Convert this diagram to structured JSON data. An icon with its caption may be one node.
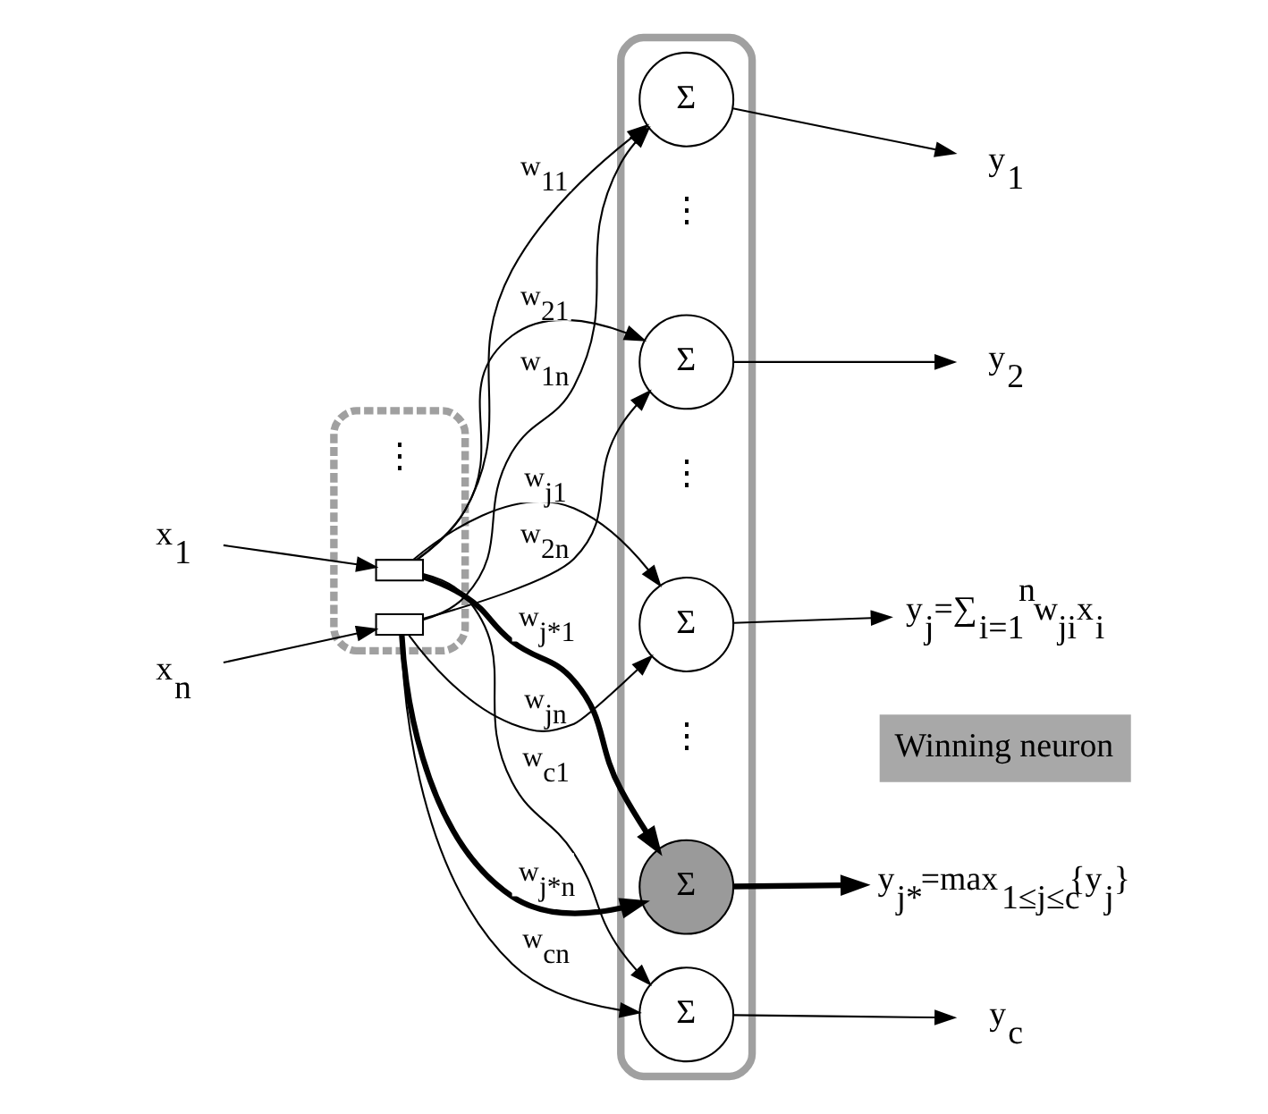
{
  "diagram": {
    "nodes": [
      {
        "text": [],
        "shape": "box"
      },
      {
        "text": [],
        "shape": "box",
        "in": 0
      },
      {
        "text": [],
        "shape": "box",
        "in": 0
      },
      {
        "text": [],
        "shape": "box"
      },
      {
        "text": [
          "Σ"
        ],
        "in": 3
      },
      {
        "text": [
          "Σ"
        ],
        "in": 3
      },
      {
        "text": [
          "Σ"
        ],
        "in": 3
      },
      {
        "text": [
          "Σ"
        ],
        "in": 3
      },
      {
        "text": [
          "Σ"
        ],
        "in": 3
      },
      {
        "text": [
          "x$_{1}$"
        ]
      },
      {
        "text": [
          "x$_{n}$"
        ]
      },
      {
        "text": [
          "y$_{1}$"
        ]
      },
      {
        "text": [
          "y$_{2}$"
        ]
      },
      {
        "text": [
          "y$_{j}$=∑$_{i=1}$$^{n}$w$_{ji}$x$_{i}$"
        ]
      },
      {
        "text": [
          "y$_{j*}$=max$_{1≤j≤c}${y$_{j}$}"
        ]
      },
      {
        "text": [
          "y$_{c}$"
        ]
      }
    ],
    "edges": [
      {
        "from": 9,
        "to": 1,
        "arrow": "to"
      },
      {
        "from": 10,
        "to": 2,
        "arrow": "to"
      },
      {
        "from": 1,
        "to": 4,
        "arrow": "to",
        "label": "w$_{11}$"
      },
      {
        "from": 2,
        "to": 4,
        "arrow": "to",
        "label": "w$_{1n}$"
      },
      {
        "from": 1,
        "to": 5,
        "arrow": "to",
        "label": "w$_{21}$"
      },
      {
        "from": 2,
        "to": 5,
        "arrow": "to",
        "label": "w$_{2n}$"
      },
      {
        "from": 1,
        "to": 6,
        "arrow": "to",
        "label": "w$_{j1}$"
      },
      {
        "from": 2,
        "to": 6,
        "arrow": "to",
        "label": "w$_{jn}$"
      },
      {
        "from": 1,
        "to": 7,
        "arrow": "to",
        "label": "w$_{j*1}$",
        "style": "thick"
      },
      {
        "from": 2,
        "to": 7,
        "arrow": "to",
        "label": "w$_{j*n}$",
        "style": "thick"
      },
      {
        "from": 1,
        "to": 8,
        "arrow": "to",
        "label": "w$_{c1}$"
      },
      {
        "from": 2,
        "to": 8,
        "arrow": "to",
        "label": "w$_{cn}$"
      },
      {
        "from": 4,
        "to": 11,
        "arrow": "to"
      },
      {
        "from": 5,
        "to": 12,
        "arrow": "to"
      },
      {
        "from": 6,
        "to": 13,
        "arrow": "to"
      },
      {
        "from": 7,
        "to": 14,
        "arrow": "to",
        "style": "thick"
      },
      {
        "from": 8,
        "to": 15,
        "arrow": "to"
      }
    ],
    "labels": [
      "⋮",
      "⋮",
      "Winning neuron",
      "⋮",
      "⋮"
    ]
  }
}
